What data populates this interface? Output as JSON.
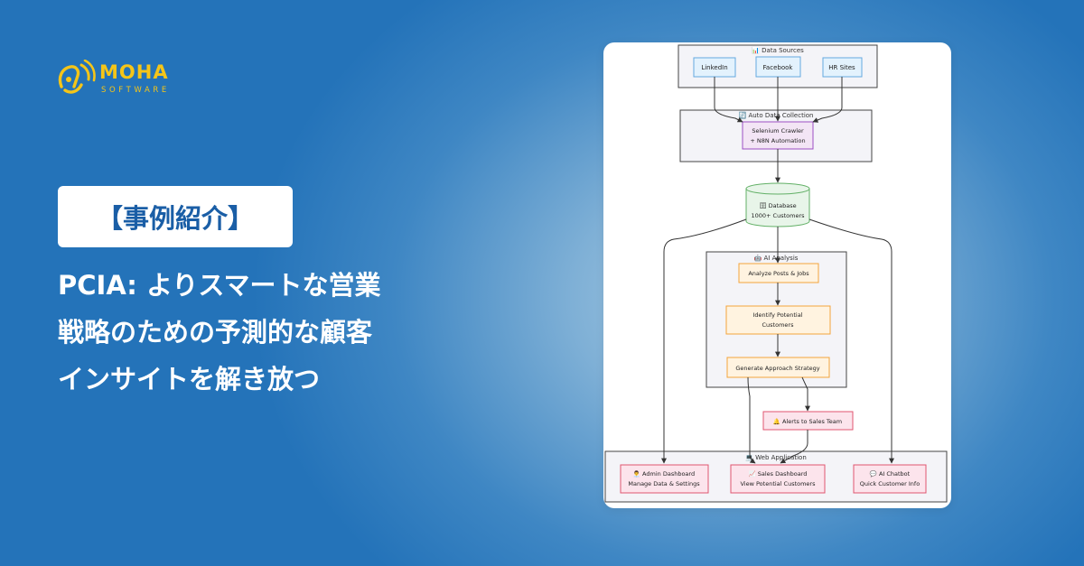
{
  "brand": {
    "name": "MOHA",
    "sub": "SOFTWARE"
  },
  "tag": "【事例紹介】",
  "headline": {
    "lines": [
      "PCIA: よりスマートな営業",
      "戦略のための予測的な顧客",
      "インサイトを解き放つ"
    ]
  },
  "diagram": {
    "data_sources": {
      "title": "📊 Data Sources",
      "items": [
        "LinkedIn",
        "Facebook",
        "HR Sites"
      ]
    },
    "collection": {
      "title": "🔄 Auto Data Collection",
      "node_line1": "Selenium Crawler",
      "node_line2": "+ N8N Automation"
    },
    "database": {
      "line1": "🗄 Database",
      "line2": "1000+ Customers"
    },
    "ai_analysis": {
      "title": "🤖 AI Analysis",
      "analyze": "Analyze Posts & Jobs",
      "identify_line1": "Identify Potential",
      "identify_line2": "Customers",
      "generate": "Generate Approach Strategy"
    },
    "alerts": "🔔 Alerts to Sales Team",
    "web_app": {
      "title": "💻 Web Application",
      "admin_line1": "👨‍💼 Admin Dashboard",
      "admin_line2": "Manage Data & Settings",
      "sales_line1": "📈 Sales Dashboard",
      "sales_line2": "View Potential Customers",
      "chatbot_line1": "💬 AI Chatbot",
      "chatbot_line2": "Quick Customer Info"
    }
  }
}
